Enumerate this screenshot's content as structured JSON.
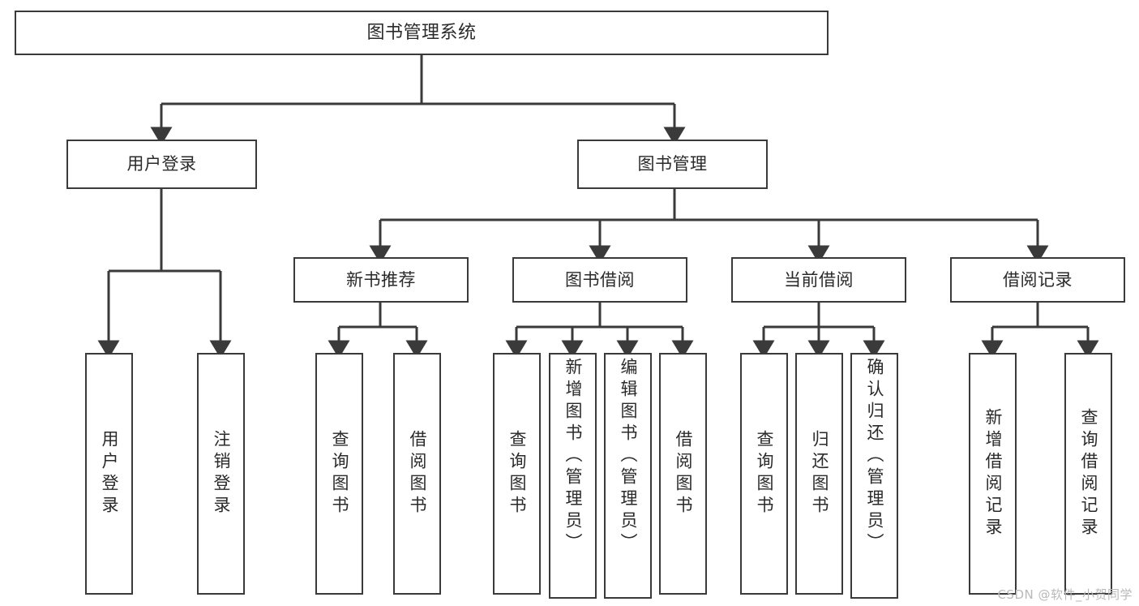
{
  "diagram": {
    "title": "图书管理系统",
    "root": {
      "label": "图书管理系统"
    },
    "level1": [
      {
        "label": "用户登录"
      },
      {
        "label": "图书管理"
      }
    ],
    "level2": [
      {
        "label": "新书推荐"
      },
      {
        "label": "图书借阅"
      },
      {
        "label": "当前借阅"
      },
      {
        "label": "借阅记录"
      }
    ],
    "leaves": {
      "user_login": [
        {
          "label": "用户登录"
        },
        {
          "label": "注销登录"
        }
      ],
      "new_book_recommend": [
        {
          "label": "查询图书"
        },
        {
          "label": "借阅图书"
        }
      ],
      "book_borrow": [
        {
          "label": "查询图书"
        },
        {
          "label": "新增图书（管理员）"
        },
        {
          "label": "编辑图书（管理员）"
        },
        {
          "label": "借阅图书"
        }
      ],
      "current_borrow": [
        {
          "label": "查询图书"
        },
        {
          "label": "归还图书"
        },
        {
          "label": "确认归还（管理员）"
        }
      ],
      "borrow_record": [
        {
          "label": "新增借阅记录"
        },
        {
          "label": "查询借阅记录"
        }
      ]
    }
  },
  "watermark": {
    "text": "CSDN @软件_小贺同学"
  },
  "colors": {
    "border": "#3a3a3a",
    "text": "#2a2a2a",
    "background": "#ffffff",
    "watermark": "#b9b9b9"
  }
}
